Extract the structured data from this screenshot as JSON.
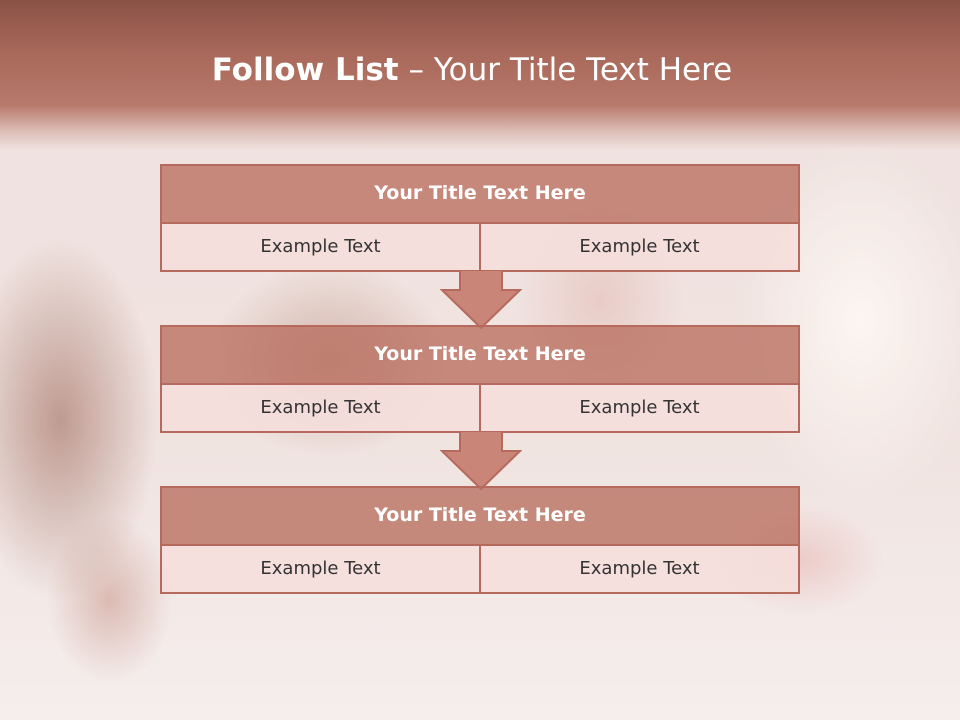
{
  "slide": {
    "title_bold": "Follow List",
    "title_rest": " – Your Title Text Here"
  },
  "steps": [
    {
      "title": "Your Title Text Here",
      "left": "Example Text",
      "right": "Example Text"
    },
    {
      "title": "Your Title Text Here",
      "left": "Example Text",
      "right": "Example Text"
    },
    {
      "title": "Your Title Text Here",
      "left": "Example Text",
      "right": "Example Text"
    }
  ],
  "colors": {
    "header": "#a8685a",
    "accent": "#b66a5d",
    "box_title_fill": "#c08272",
    "box_row_fill": "#f5dedc"
  },
  "icons": [
    "down-arrow-icon",
    "down-arrow-icon"
  ]
}
